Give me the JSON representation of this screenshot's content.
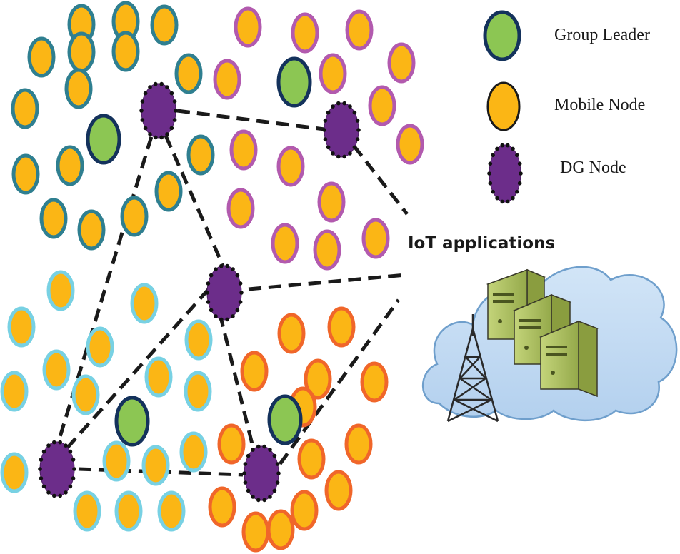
{
  "legend": {
    "items": [
      {
        "label": "Group Leader",
        "icon": "group-leader-icon",
        "fill": "#8cc653",
        "stroke": "#14325c"
      },
      {
        "label": "Mobile Node",
        "icon": "mobile-node-icon",
        "fill": "#fbb615",
        "stroke": "#1a1a1a"
      },
      {
        "label": "DG Node",
        "icon": "dg-node-icon",
        "fill": "#6c2d8a",
        "stroke": "#111111"
      }
    ]
  },
  "iot": {
    "title": "IoT applications"
  },
  "colors": {
    "mobile_fill": "#fbb615",
    "leader_fill": "#8cc653",
    "leader_stroke": "#14325c",
    "dg_fill": "#6c2d8a",
    "cluster_teal": "#2f7f90",
    "cluster_magenta": "#b25aae",
    "cluster_lightblue": "#78d1e3",
    "cluster_orange": "#f0662a"
  }
}
